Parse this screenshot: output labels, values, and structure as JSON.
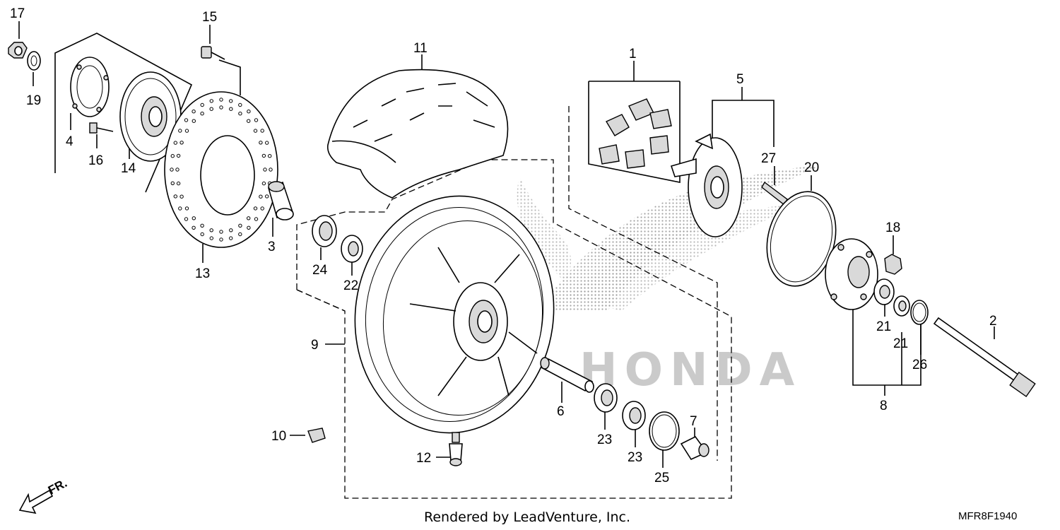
{
  "diagram": {
    "callouts": {
      "p1": "1",
      "p2": "2",
      "p3": "3",
      "p4": "4",
      "p5": "5",
      "p6": "6",
      "p7": "7",
      "p8": "8",
      "p9": "9",
      "p10": "10",
      "p11": "11",
      "p12": "12",
      "p13": "13",
      "p14": "14",
      "p15": "15",
      "p16": "16",
      "p17": "17",
      "p18": "18",
      "p19": "19",
      "p20": "20",
      "p21a": "21",
      "p21b": "21",
      "p22": "22",
      "p23a": "23",
      "p23b": "23",
      "p24": "24",
      "p25": "25",
      "p26": "26",
      "p27": "27"
    },
    "direction_label": "FR.",
    "footer_text": "Rendered by LeadVenture, Inc.",
    "diagram_code": "MFR8F1940",
    "watermark_text": "HONDA",
    "icons": [
      "honda-wing-logo",
      "forward-arrow-icon"
    ]
  }
}
